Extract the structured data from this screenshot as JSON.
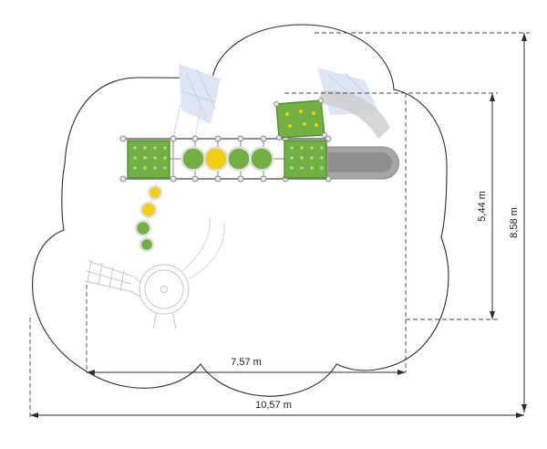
{
  "diagram": {
    "type": "playground-equipment-top-view-plan",
    "dimensions": {
      "inner_width_label": "7,57 m",
      "outer_width_label": "10,57 m",
      "inner_height_label": "5,44 m",
      "outer_height_label": "8,58 m"
    },
    "palette": {
      "green": "#72b043",
      "green_dark": "#4f8f2f",
      "yellow": "#f2ce0d",
      "slide_gray": "#a6a6a6",
      "slide_gray_dark": "#8f8f8f",
      "sketch_gray": "#c8c8c8",
      "net_blue": "#dde6f2",
      "line_black": "#2e2e2e"
    },
    "pod_colors": [
      "#72b043",
      "#f2ce0d",
      "#72b043",
      "#72b043"
    ],
    "step_pod_colors": [
      "#f2ce0d",
      "#f2ce0d",
      "#72b043",
      "#72b043"
    ]
  }
}
